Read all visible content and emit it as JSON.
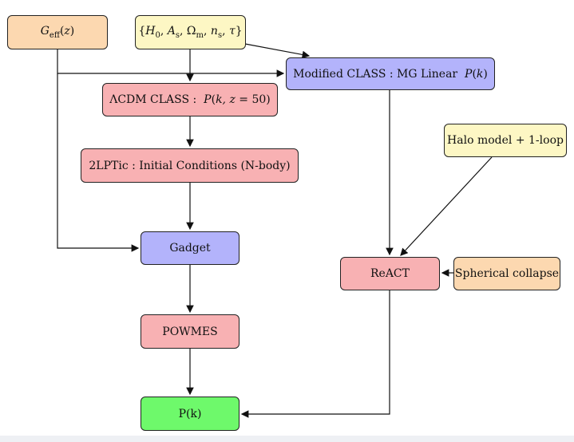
{
  "nodes": {
    "geff": {
      "label": "G_eff(z)"
    },
    "params": {
      "label": "{H0, As, Ωm, ns, τ}"
    },
    "modified_class": {
      "label": "Modified CLASS : MG Linear P(k)"
    },
    "lcdm_class": {
      "label": "ΛCDM CLASS : P(k, z = 50)"
    },
    "lptic": {
      "label": "2LPTic : Initial Conditions (N-body)"
    },
    "halo_model": {
      "label": "Halo model + 1-loop"
    },
    "gadget": {
      "label": "Gadget"
    },
    "react": {
      "label": "ReACT"
    },
    "spherical_collapse": {
      "label": "Spherical collapse"
    },
    "powmes": {
      "label": "POWMES"
    },
    "pk": {
      "label": "P(k)"
    }
  },
  "colors": {
    "orange": "#fcd8b0",
    "yellow": "#fdf7c4",
    "blue": "#b3b3fb",
    "red": "#f8b1b3",
    "green": "#6ef96b"
  }
}
